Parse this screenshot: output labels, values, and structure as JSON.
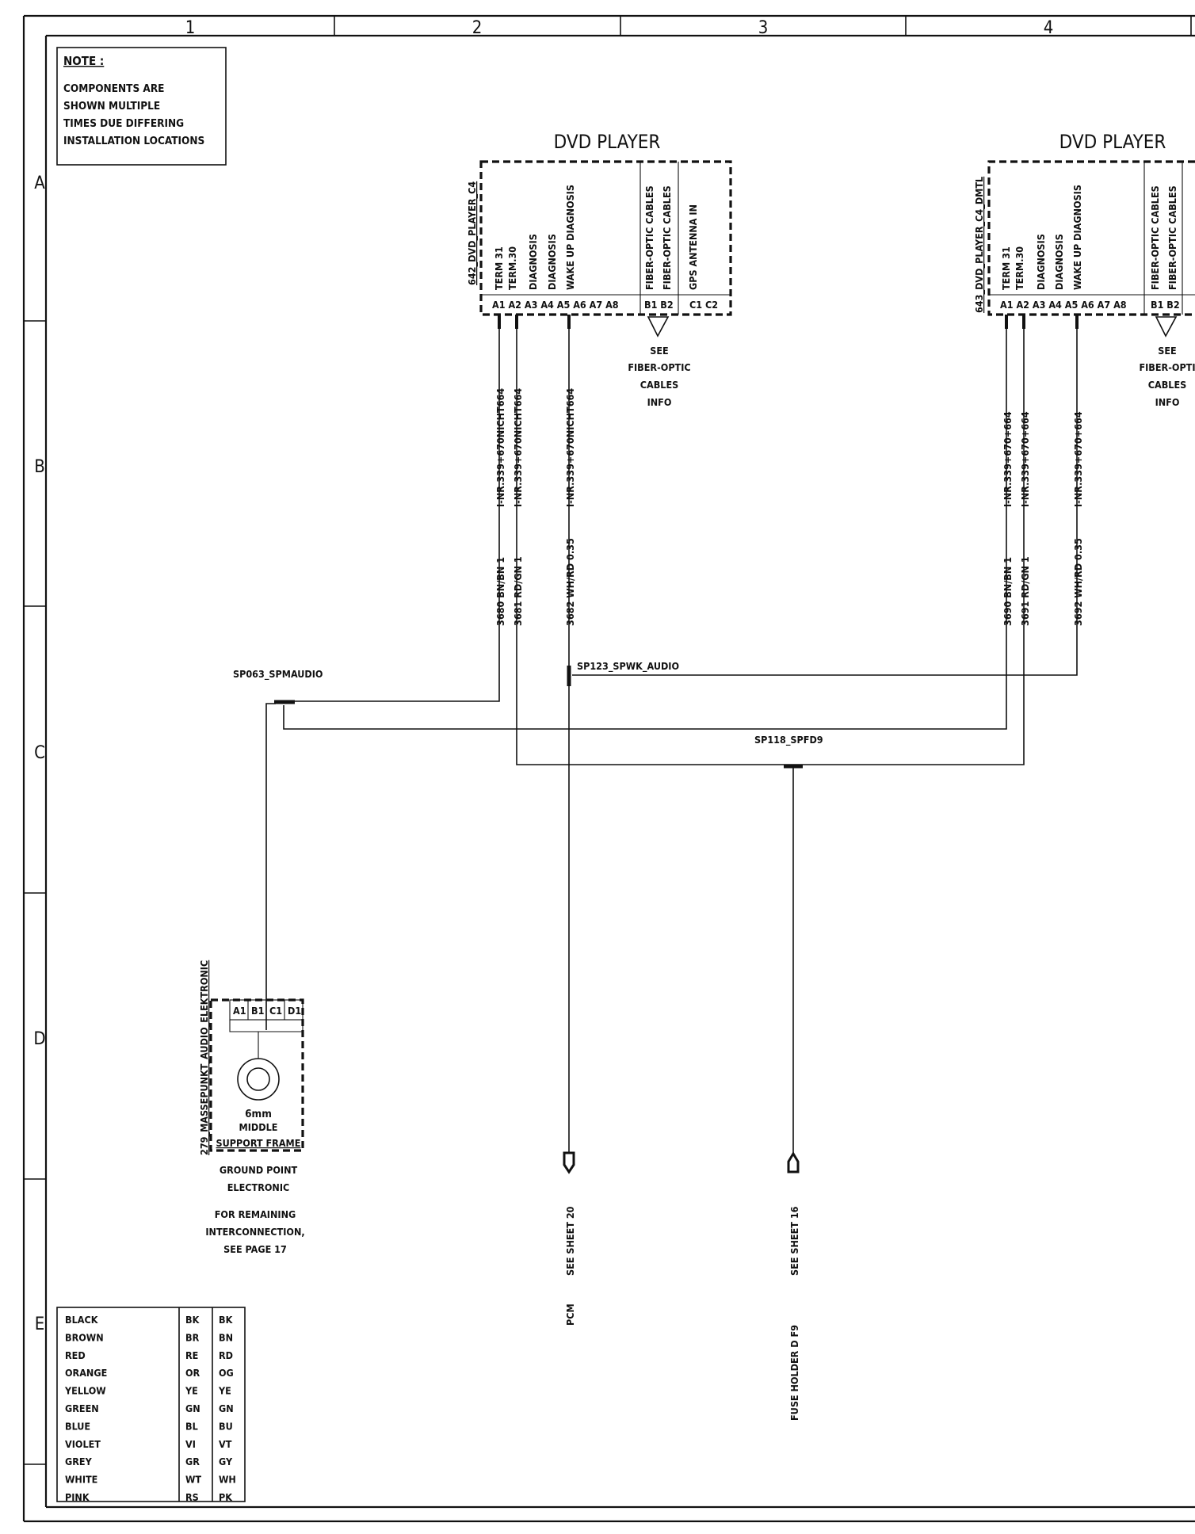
{
  "grid": {
    "columns": [
      "1",
      "2",
      "3",
      "4"
    ],
    "rows": [
      "A",
      "B",
      "C",
      "D",
      "E"
    ]
  },
  "note": {
    "title": "NOTE :",
    "lines": [
      "COMPONENTS ARE",
      "SHOWN MULTIPLE",
      "TIMES DUE DIFFERING",
      "INSTALLATION LOCATIONS"
    ]
  },
  "dvd1": {
    "title": "DVD PLAYER",
    "id": "642_DVD_PLAYER_C4",
    "functions": [
      "TERM 31",
      "TERM.30",
      "DIAGNOSIS",
      "DIAGNOSIS",
      "WAKE UP DIAGNOSIS"
    ],
    "fiber_functions": [
      "FIBER-OPTIC CABLES",
      "FIBER-OPTIC CABLES"
    ],
    "gps_function": "GPS ANTENNA IN",
    "pins_a": "A1 A2 A3 A4 A5 A6 A7 A8",
    "pins_b": "B1 B2",
    "pins_c": "C1 C2",
    "see_note": [
      "SEE",
      "FIBER-OPTIC",
      "CABLES",
      "INFO"
    ],
    "wires": [
      {
        "label": "3680 BN/BN 1",
        "condition": "I-NR.339+670NICHT664"
      },
      {
        "label": "3681 RD/GN 1",
        "condition": "I-NR.339+670NICHT664"
      },
      {
        "label": "3682 WH/RD 0.35",
        "condition": "I-NR.339+670NICHT664"
      }
    ]
  },
  "dvd2": {
    "title": "DVD PLAYER",
    "id": "643_DVD_PLAYER_C4_DMTL",
    "functions": [
      "TERM 31",
      "TERM.30",
      "DIAGNOSIS",
      "DIAGNOSIS",
      "WAKE UP DIAGNOSIS"
    ],
    "fiber_functions": [
      "FIBER-OPTIC CABLES",
      "FIBER-OPTIC CABLES"
    ],
    "pins_a": "A1 A2 A3 A4 A5 A6 A7 A8",
    "pins_b": "B1 B2",
    "see_note": [
      "SEE",
      "FIBER-OPTI",
      "CABLES",
      "INFO"
    ],
    "wires": [
      {
        "label": "3690 BN/BN 1",
        "condition": "I-NR.339+670+664"
      },
      {
        "label": "3691 RD/GN 1",
        "condition": "I-NR.339+670+664"
      },
      {
        "label": "3692 WH/RD 0.35",
        "condition": "I-NR.339+670+664"
      }
    ]
  },
  "splices": {
    "sp063": "SP063_SPMAUDIO",
    "sp123": "SP123_SPWK_AUDIO",
    "sp118": "SP118_SPFD9"
  },
  "ground": {
    "id": "279_MASSEPUNKT_AUDIO_ELEKTRONIC",
    "pins": [
      "A1",
      "B1",
      "C1",
      "D1"
    ],
    "size": "6mm",
    "location1": "MIDDLE",
    "location2": "SUPPORT FRAME",
    "name": [
      "GROUND POINT",
      "ELECTRONIC"
    ],
    "remark": [
      "FOR REMAINING",
      "INTERCONNECTION,",
      "SEE PAGE 17"
    ]
  },
  "refs": [
    {
      "sheet": "SEE SHEET 20",
      "target": "PCM"
    },
    {
      "sheet": "SEE SHEET 16",
      "target": "FUSE HOLDER D F9"
    }
  ],
  "color_key": [
    [
      "BLACK",
      "BK",
      "BK"
    ],
    [
      "BROWN",
      "BR",
      "BN"
    ],
    [
      "RED",
      "RE",
      "RD"
    ],
    [
      "ORANGE",
      "OR",
      "OG"
    ],
    [
      "YELLOW",
      "YE",
      "YE"
    ],
    [
      "GREEN",
      "GN",
      "GN"
    ],
    [
      "BLUE",
      "BL",
      "BU"
    ],
    [
      "VIOLET",
      "VI",
      "VT"
    ],
    [
      "GREY",
      "GR",
      "GY"
    ],
    [
      "WHITE",
      "WT",
      "WH"
    ],
    [
      "PINK",
      "RS",
      "PK"
    ]
  ]
}
